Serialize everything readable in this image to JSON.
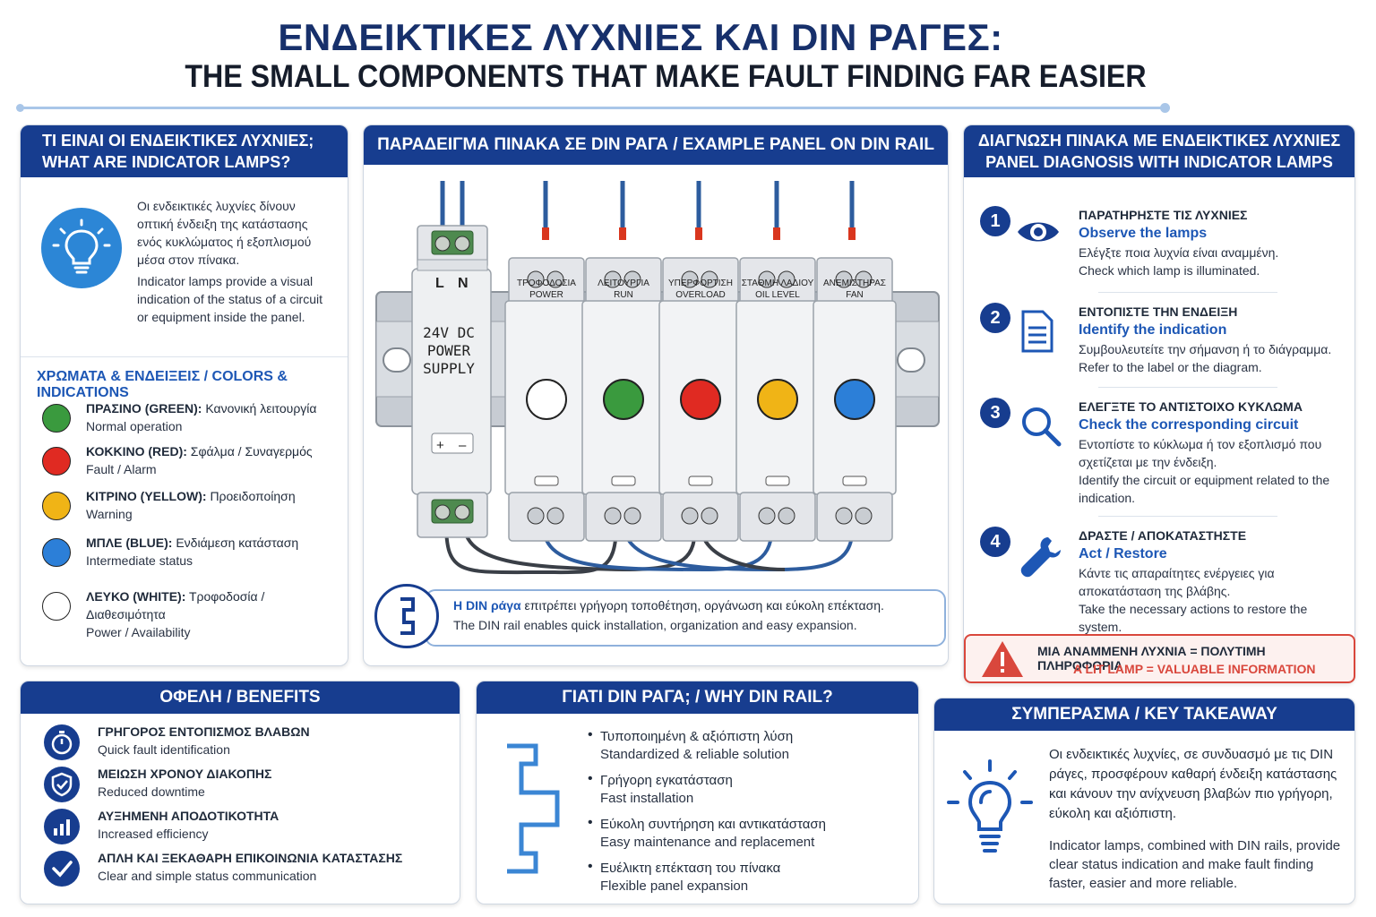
{
  "header": {
    "title_greek": "ΕΝΔΕΙΚΤΙΚΕΣ ΛΥΧΝΙΕΣ ΚΑΙ DIN ΡΑΓΕΣ:",
    "title_english": "THE SMALL COMPONENTS THAT MAKE FAULT FINDING FAR EASIER"
  },
  "what": {
    "head_l1": "ΤΙ ΕΙΝΑΙ ΟΙ ΕΝΔΕΙΚΤΙΚΕΣ ΛΥΧΝΙΕΣ;",
    "head_l2": "WHAT ARE INDICATOR LAMPS?",
    "greek_text": "Οι ενδεικτικές λυχνίες δίνουν οπτική ένδειξη της κατάστασης ενός κυκλώματος ή εξοπλισμού μέσα στον πίνακα.",
    "english_text": "Indicator lamps provide a visual indication of the status of a circuit or equipment inside the panel.",
    "colors_title": "ΧΡΩΜΑΤΑ & ΕΝΔΕΙΞΕΙΣ / COLORS & INDICATIONS",
    "colors": [
      {
        "name": "ΠΡΑΣΙΝΟ (GREEN):",
        "greek": "Κανονική λειτουργία",
        "english": "Normal operation",
        "hex": "#3a9a3e"
      },
      {
        "name": "ΚΟΚΚΙΝΟ (RED):",
        "greek": "Σφάλμα / Συναγερμός",
        "english": "Fault / Alarm",
        "hex": "#e02a22"
      },
      {
        "name": "ΚΙΤΡΙΝΟ (YELLOW):",
        "greek": "Προειδοποίηση",
        "english": "Warning",
        "hex": "#f0b416"
      },
      {
        "name": "ΜΠΛΕ (BLUE):",
        "greek": "Ενδιάμεση κατάσταση",
        "english": "Intermediate status",
        "hex": "#2c7fd8"
      },
      {
        "name": "ΛΕΥΚΟ (WHITE):",
        "greek": "Τροφοδοσία / Διαθεσιμότητα",
        "english": "Power / Availability",
        "hex": "#ffffff"
      }
    ]
  },
  "panel": {
    "head": "ΠΑΡΑΔΕΙΓΜΑ ΠΙΝΑΚΑ ΣΕ DIN ΡΑΓΑ / EXAMPLE PANEL ON DIN RAIL",
    "psu_l": "L",
    "psu_n": "N",
    "psu_text": "24V DC POWER SUPPLY",
    "psu_plus": "+",
    "psu_minus": "–",
    "modules": [
      {
        "greek": "ΤΡΟΦΟΔΟΣΙΑ",
        "english": "POWER",
        "color": "#ffffff"
      },
      {
        "greek": "ΛΕΙΤΟΥΡΓΙΑ",
        "english": "RUN",
        "color": "#3a9a3e"
      },
      {
        "greek": "ΥΠΕΡΦΟΡΤΙΣΗ",
        "english": "OVERLOAD",
        "color": "#e02a22"
      },
      {
        "greek": "ΣΤΑΘΜΗ ΛΑΔΙΟΥ",
        "english": "OIL LEVEL",
        "color": "#f0b416"
      },
      {
        "greek": "ΑΝΕΜΙΣΤΗΡΑΣ",
        "english": "FAN",
        "color": "#2c7fd8"
      }
    ],
    "note_greek_lead": "Η DIN ράγα",
    "note_greek_rest": " επιτρέπει γρήγορη τοποθέτηση, οργάνωση και εύκολη επέκταση.",
    "note_english": "The DIN rail enables quick installation, organization and easy expansion."
  },
  "diagnosis": {
    "head_l1": "ΔΙΑΓΝΩΣΗ ΠΙΝΑΚΑ ΜΕ ΕΝΔΕΙΚΤΙΚΕΣ ΛΥΧΝΙΕΣ",
    "head_l2": "PANEL DIAGNOSIS WITH INDICATOR LAMPS",
    "steps": [
      {
        "num": "1",
        "t1": "ΠΑΡΑΤΗΡΗΣΤΕ ΤΙΣ ΛΥΧΝΙΕΣ",
        "t2": "Observe the lamps",
        "t3": "Ελέγξτε ποια λυχνία είναι αναμμένη.",
        "t4": "Check which lamp is illuminated."
      },
      {
        "num": "2",
        "t1": "ΕΝΤΟΠΙΣΤΕ ΤΗΝ ΕΝΔΕΙΞΗ",
        "t2": "Identify the indication",
        "t3": "Συμβουλευτείτε την σήμανση ή το διάγραμμα.",
        "t4": "Refer to the label or the diagram."
      },
      {
        "num": "3",
        "t1": "ΕΛΕΓΞΤΕ ΤΟ ΑΝΤΙΣΤΟΙΧΟ ΚΥΚΛΩΜΑ",
        "t2": "Check the corresponding circuit",
        "t3": "Εντοπίστε το κύκλωμα ή τον εξοπλισμό που σχετίζεται με την ένδειξη.",
        "t4": "Identify the circuit or equipment related to the indication."
      },
      {
        "num": "4",
        "t1": "ΔΡΑΣΤΕ / ΑΠΟΚΑΤΑΣΤΗΣΤΕ",
        "t2": "Act / Restore",
        "t3": "Κάντε τις απαραίτητες ενέργειες για αποκατάσταση της βλάβης.",
        "t4": "Take the necessary actions to restore the system."
      }
    ],
    "alert_greek": "ΜΙΑ ΑΝΑΜΜΕΝΗ ΛΥΧΝΙΑ = ΠΟΛΥΤΙΜΗ ΠΛΗΡΟΦΟΡΙΑ",
    "alert_english": "A LIT LAMP = VALUABLE INFORMATION"
  },
  "benefits": {
    "head": "ΟΦΕΛΗ / BENEFITS",
    "items": [
      {
        "greek": "ΓΡΗΓΟΡΟΣ ΕΝΤΟΠΙΣΜΟΣ ΒΛΑΒΩΝ",
        "english": "Quick fault identification",
        "icon": "stopwatch-icon"
      },
      {
        "greek": "ΜΕΙΩΣΗ ΧΡΟΝΟΥ ΔΙΑΚΟΠΗΣ",
        "english": "Reduced downtime",
        "icon": "shield-icon"
      },
      {
        "greek": "ΑΥΞΗΜΕΝΗ ΑΠΟΔΟΤΙΚΟΤΗΤΑ",
        "english": "Increased efficiency",
        "icon": "bar-chart-icon"
      },
      {
        "greek": "ΑΠΛΗ ΚΑΙ ΞΕΚΑΘΑΡΗ ΕΠΙΚΟΙΝΩΝΙΑ ΚΑΤΑΣΤΑΣΗΣ",
        "english": "Clear and simple status communication",
        "icon": "checkmark-icon"
      }
    ]
  },
  "why": {
    "head": "ΓΙΑΤΙ DIN ΡΑΓΑ; / WHY DIN RAIL?",
    "items": [
      {
        "greek": "Τυποποιημένη & αξιόπιστη λύση",
        "english": "Standardized & reliable solution"
      },
      {
        "greek": "Γρήγορη εγκατάσταση",
        "english": "Fast installation"
      },
      {
        "greek": "Εύκολη συντήρηση και αντικατάσταση",
        "english": "Easy maintenance and replacement"
      },
      {
        "greek": "Ευέλικτη επέκταση του πίνακα",
        "english": "Flexible panel expansion"
      }
    ]
  },
  "takeaway": {
    "head": "ΣΥΜΠΕΡΑΣΜΑ / KEY TAKEAWAY",
    "greek": "Οι ενδεικτικές λυχνίες, σε συνδυασμό με τις DIN ράγες, προσφέρουν καθαρή ένδειξη κατάστασης και κάνουν την ανίχνευση βλαβών πιο γρήγορη, εύκολη και αξιόπιστη.",
    "english": "Indicator lamps, combined with DIN rails, provide clear status indication and make fault finding faster, easier and more reliable."
  }
}
